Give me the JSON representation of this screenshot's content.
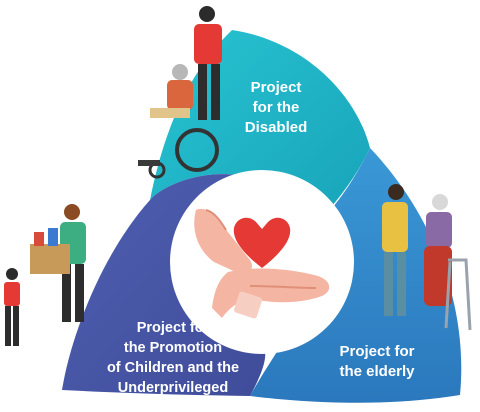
{
  "colors": {
    "teal": "#1fb5c6",
    "blue": "#2f86c8",
    "navy": "#4756a6",
    "heart": "#e53935",
    "hand": "#f4b5a3",
    "text": "#ffffff"
  },
  "segments": [
    {
      "id": "disabled",
      "label": "Project\nfor the\nDisabled",
      "color": "#1fb5c6"
    },
    {
      "id": "elderly",
      "label": "Project for\nthe elderly",
      "color": "#2f86c8"
    },
    {
      "id": "children",
      "label": "Project for\nthe Promotion\nof Children and the\nUnderprivileged",
      "color": "#4756a6"
    }
  ],
  "center": {
    "icon": "hands-heart-icon"
  },
  "illustrations": {
    "top": "wheelchair-caregiver-icon",
    "right": "elderly-walker-icon",
    "left": "donation-box-icon"
  }
}
